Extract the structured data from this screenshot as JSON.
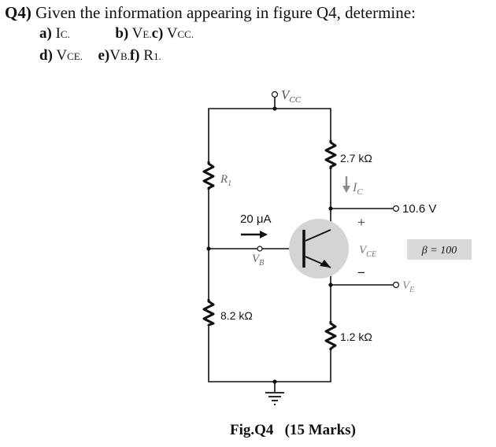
{
  "question": {
    "prefix": "Q4)",
    "stem": " Given the information appearing in figure Q4, determine:",
    "items": {
      "a_label": "a)",
      "a_var": "I",
      "a_sub": "C.",
      "b_label": "b)",
      "b_var": "V",
      "b_sub": "E.",
      "c_label": "c)",
      "c_var": "V",
      "c_sub": "CC.",
      "d_label": "d)",
      "d_var": "V",
      "d_sub": "CE.",
      "e_label": "e)",
      "e_var": "V",
      "e_sub": "B.",
      "f_label": "f)",
      "f_var": "R",
      "f_sub": "1."
    }
  },
  "circuit": {
    "vcc_var": "V",
    "vcc_sub": "CC",
    "rc_value": "2.7 kΩ",
    "ic_var": "I",
    "ic_sub": "C",
    "r1_var": "R",
    "r1_sub": "1",
    "ib_value": "20 μA",
    "vb_var": "V",
    "vb_sub": "B",
    "vc_value": "10.6 V",
    "plus": "+",
    "minus": "−",
    "vce_var": "V",
    "vce_sub": "CE",
    "beta_label": "β = 100",
    "ve_var": "V",
    "ve_sub": "E",
    "r2_value": "8.2 kΩ",
    "re_value": "1.2 kΩ",
    "colors": {
      "transistor_fill": "#d4d4d4",
      "beta_box_fill": "#d9d9d9",
      "ic_arrow": "#8c8c8c",
      "wire": "#111111"
    }
  },
  "caption": {
    "fig": "Fig.Q4",
    "marks": "(15 Marks)"
  }
}
